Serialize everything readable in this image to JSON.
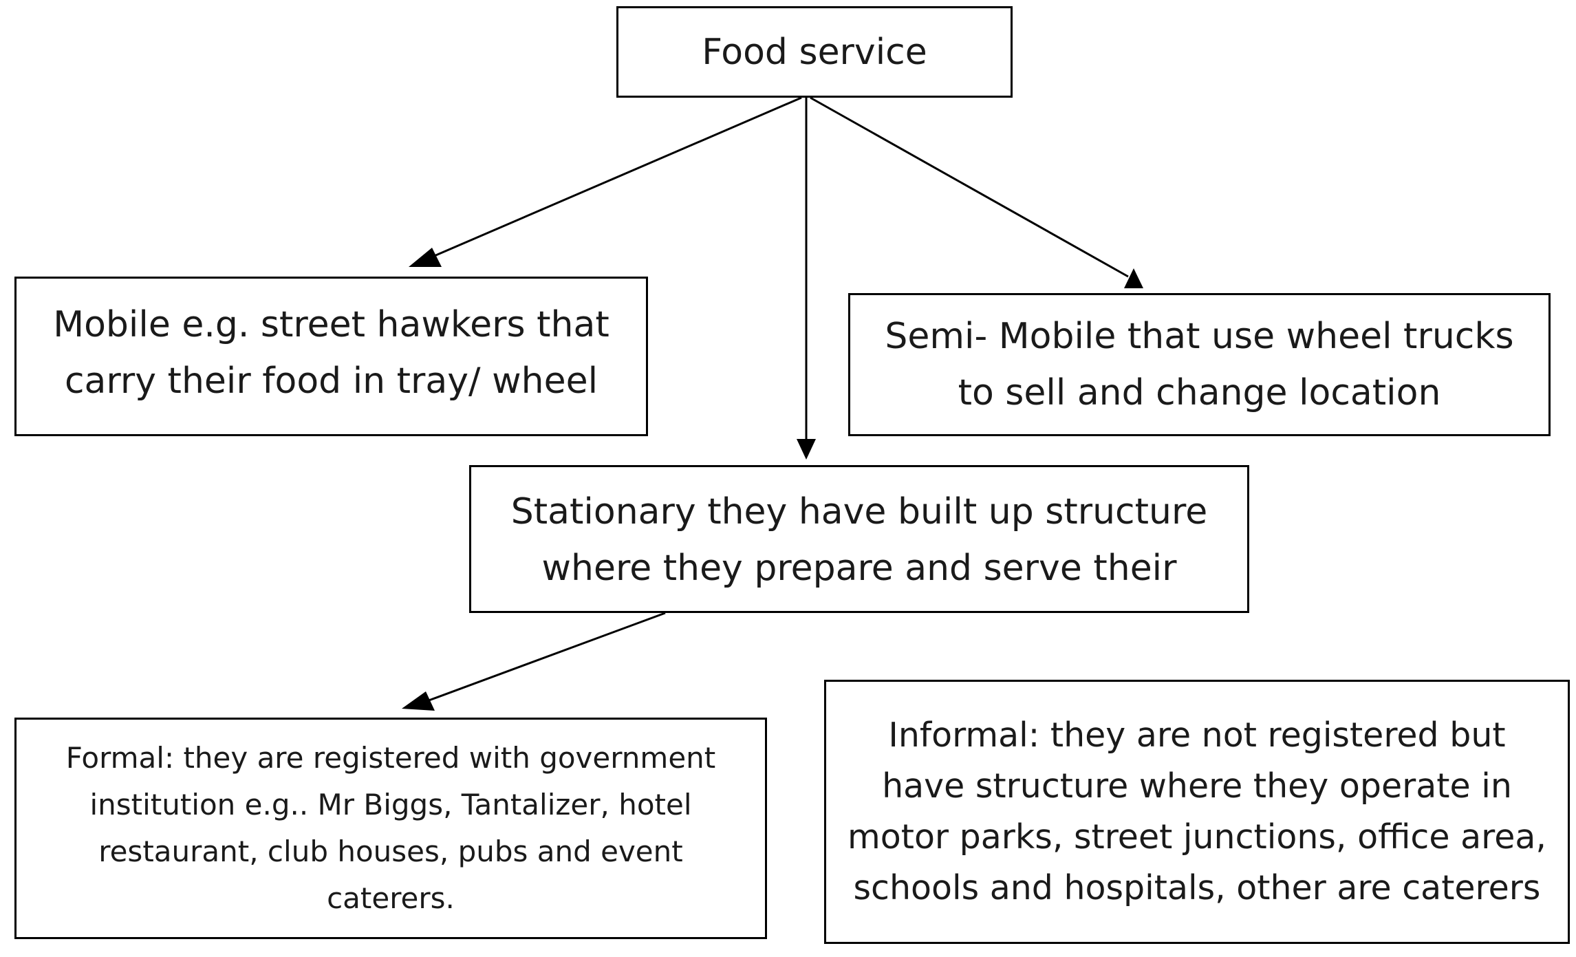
{
  "diagram": {
    "nodes": {
      "root": {
        "label": "Food service"
      },
      "mobile": {
        "label": "Mobile e.g. street hawkers that\ncarry their food in tray/ wheel"
      },
      "semi_mobile": {
        "label": "Semi- Mobile that use wheel trucks\nto sell and change location"
      },
      "stationary": {
        "label": "Stationary they have built up structure\nwhere they prepare and serve their"
      },
      "formal": {
        "label": "Formal: they are registered with government\ninstitution e.g..  Mr Biggs, Tantalizer, hotel\nrestaurant, club houses, pubs and event\ncaterers."
      },
      "informal": {
        "label": "Informal: they are not registered but\nhave structure where they operate in\nmotor parks, street junctions, office area,\nschools and hospitals, other are caterers"
      }
    },
    "edges": [
      {
        "from": "root",
        "to": "mobile"
      },
      {
        "from": "root",
        "to": "stationary"
      },
      {
        "from": "root",
        "to": "semi_mobile"
      },
      {
        "from": "stationary",
        "to": "formal"
      }
    ],
    "colors": {
      "line": "#000000",
      "box_fill": "#ffffff",
      "text": "#1a1a1a"
    }
  }
}
